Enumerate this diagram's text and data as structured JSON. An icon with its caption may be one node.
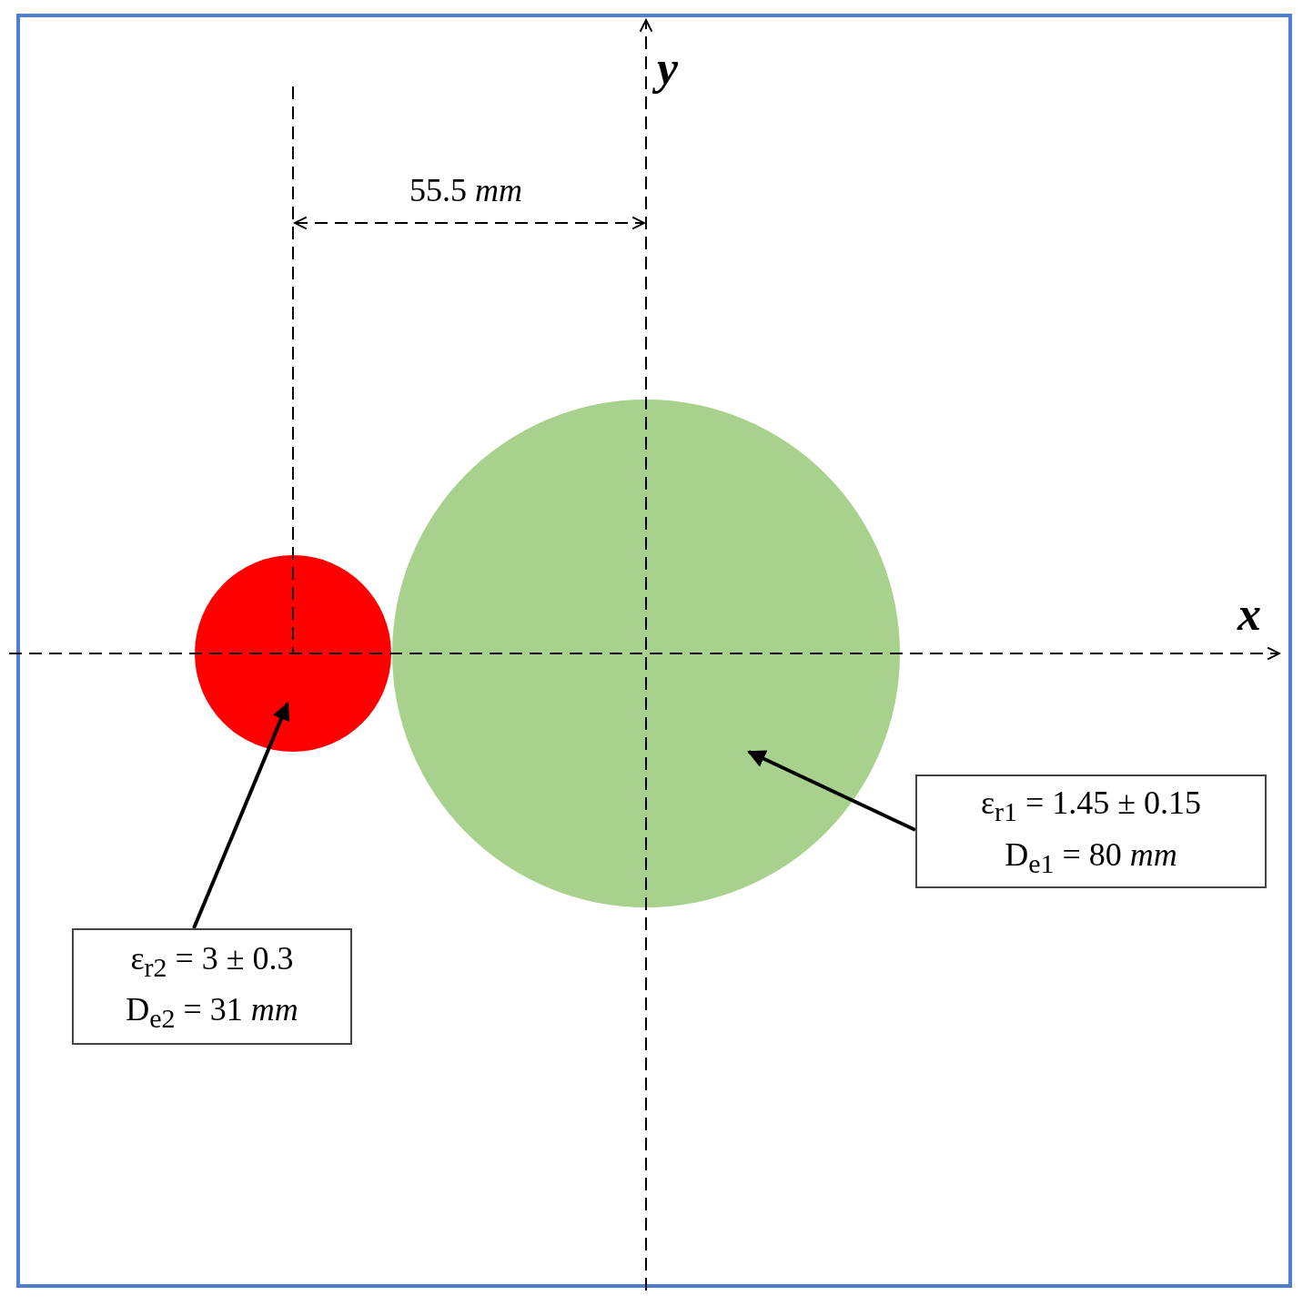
{
  "diagram": {
    "nodes": [
      {
        "text": [],
        "shape": "circle"
      },
      {
        "text": [],
        "shape": "circle"
      },
      {
        "text": [
          "ε$_{r1}$ = 1.45 ± 0.15",
          "D$_{e1}$ = 80 *mm*"
        ]
      },
      {
        "text": [
          "ε$_{r2}$ = 3 ± 0.3",
          "D$_{e2}$ = 31 *mm*"
        ]
      }
    ],
    "edges": [
      {
        "from": 2,
        "to": 0,
        "arrow": "to"
      },
      {
        "from": 3,
        "to": 1,
        "arrow": "to"
      }
    ],
    "labels": [
      "y",
      "55.5 *mm*",
      "x"
    ]
  }
}
